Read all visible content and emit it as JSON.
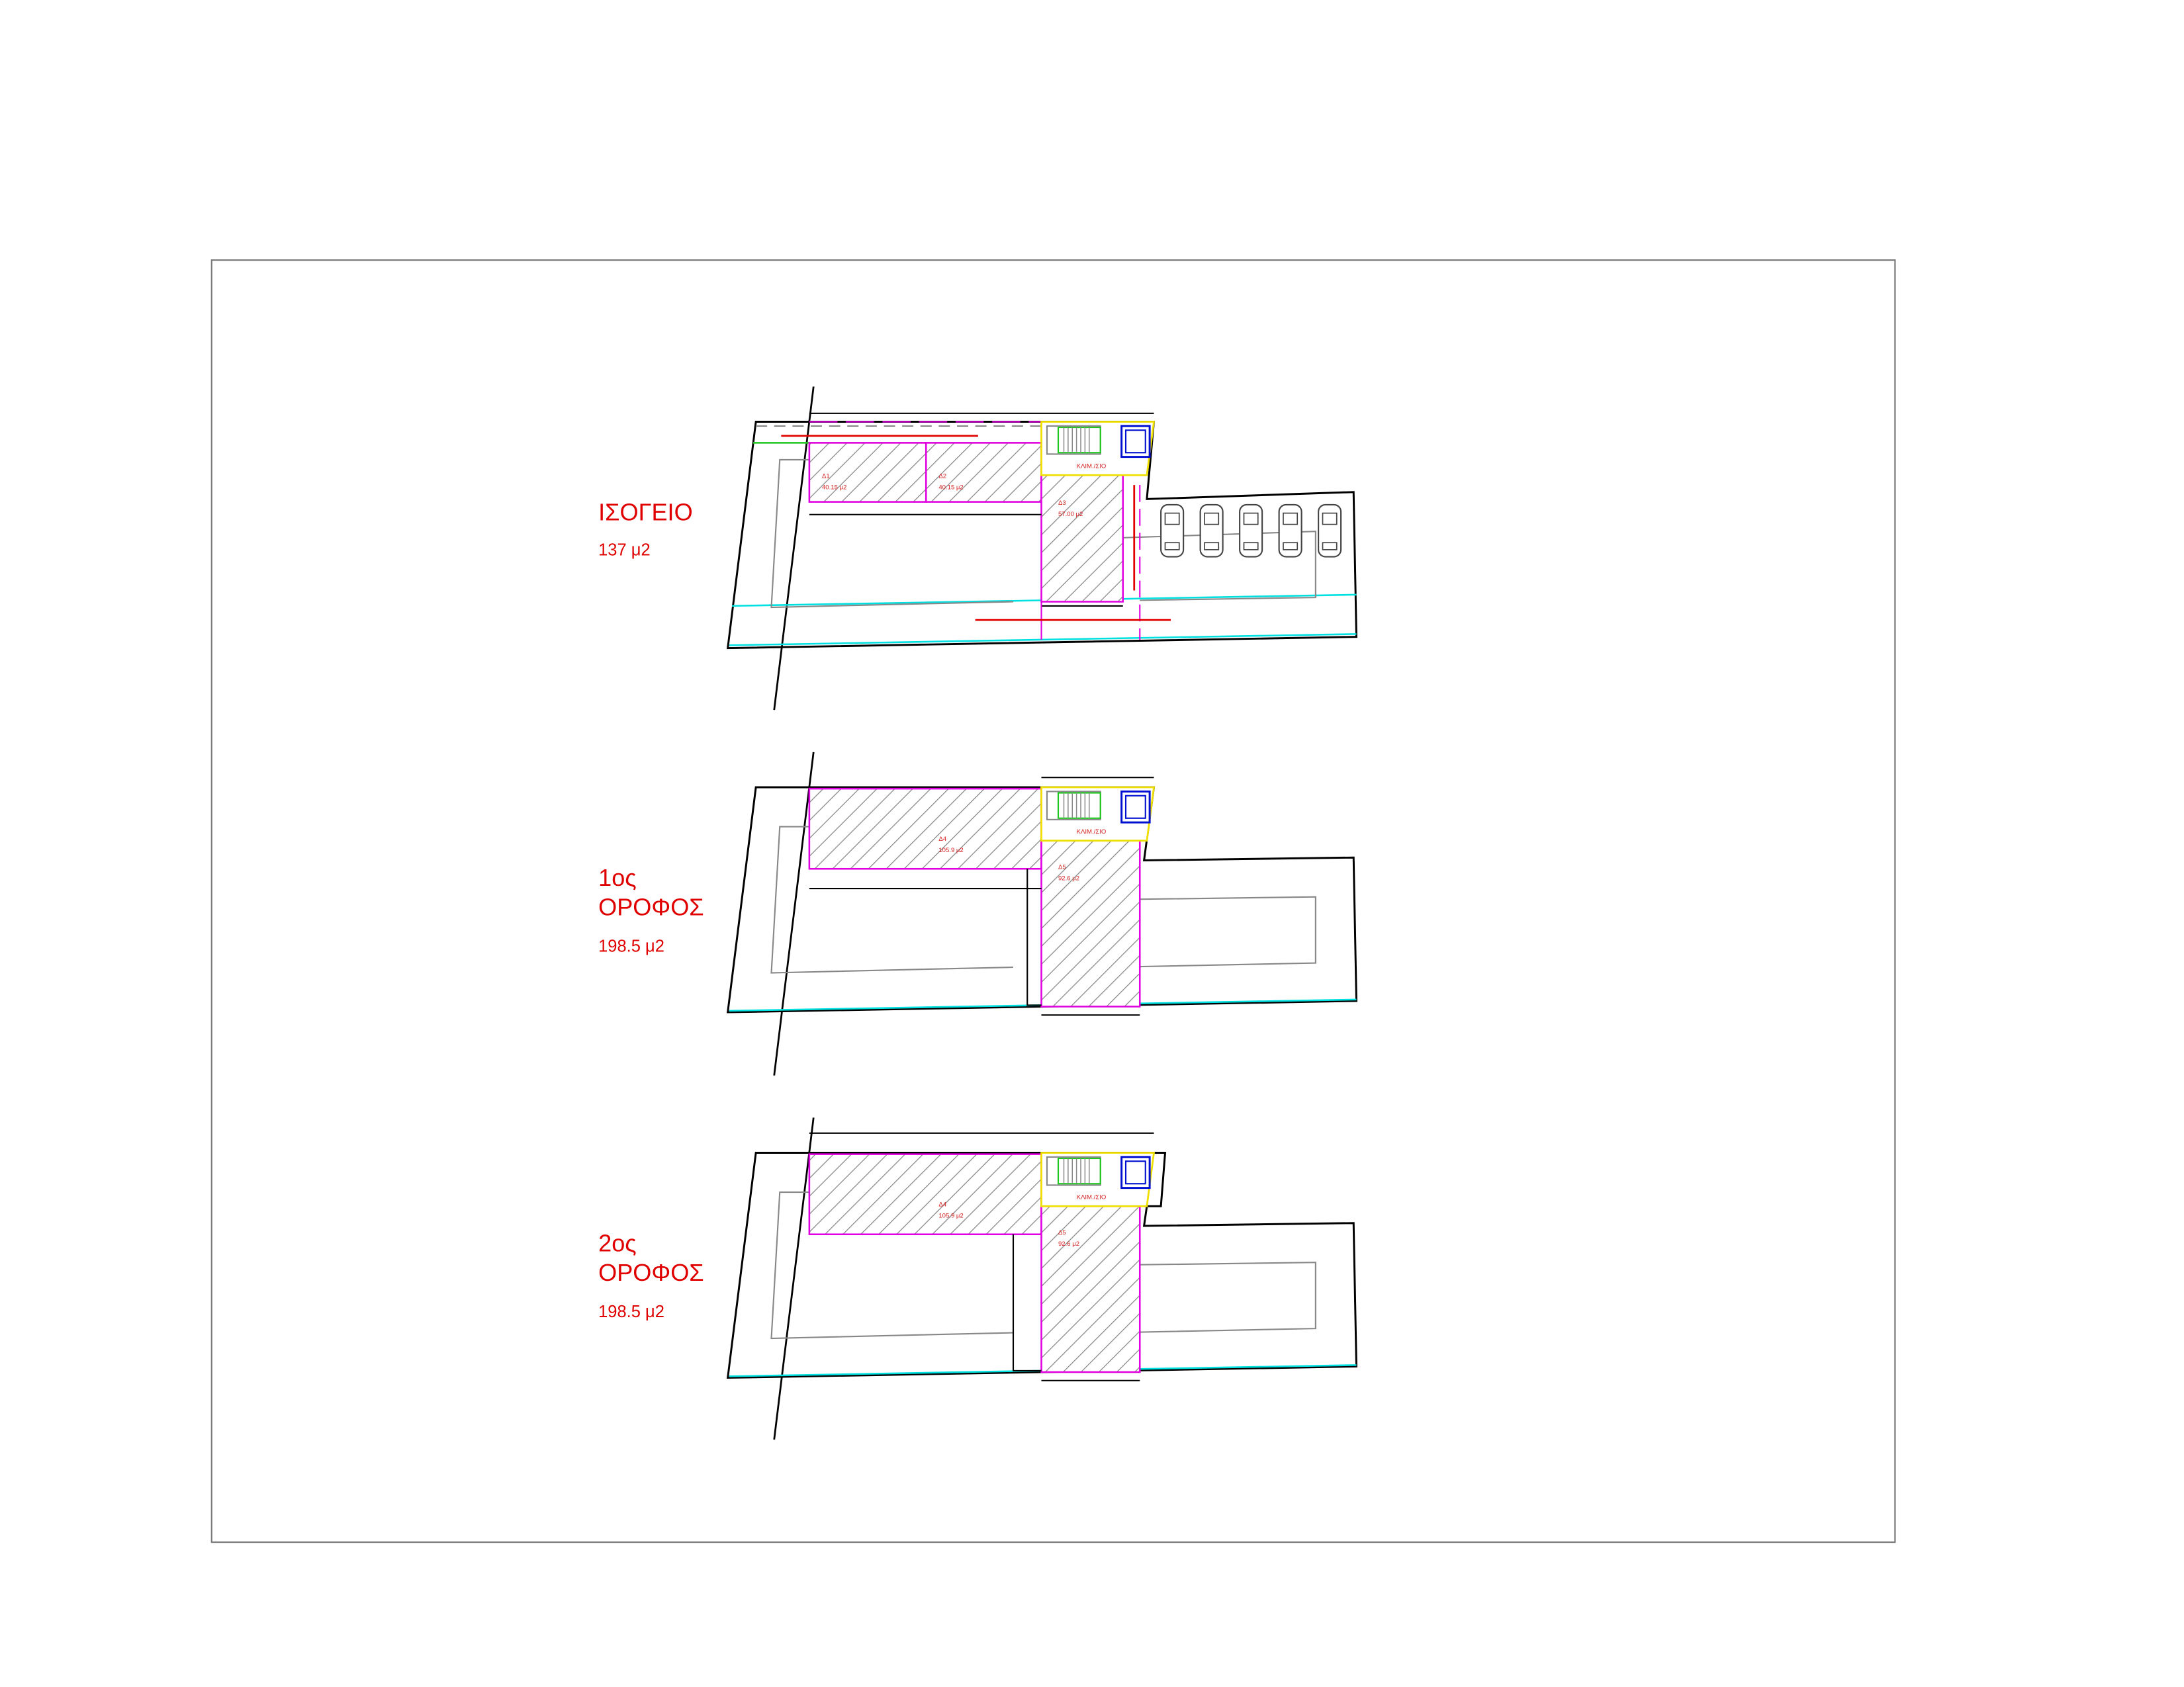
{
  "floors": [
    {
      "name": "ΙΣΟΓΕΙΟ",
      "area": "137 μ2",
      "units": [
        {
          "id": "Δ1",
          "area": "40.15 μ2"
        },
        {
          "id": "Δ2",
          "area": "40.15 μ2"
        },
        {
          "id": "Δ3",
          "area": "57.00 μ2"
        }
      ],
      "stair_label": "ΚΛΙΜ./ΣΙΟ"
    },
    {
      "name_line1": "1ος",
      "name_line2": "ΟΡΟΦΟΣ",
      "area": "198.5 μ2",
      "units": [
        {
          "id": "Δ4",
          "area": "105.9 μ2"
        },
        {
          "id": "Δ5",
          "area": "92.6 μ2"
        }
      ],
      "stair_label": "ΚΛΙΜ./ΣΙΟ"
    },
    {
      "name_line1": "2ος",
      "name_line2": "ΟΡΟΦΟΣ",
      "area": "198.5 μ2",
      "units": [
        {
          "id": "Δ4",
          "area": "105.9 μ2"
        },
        {
          "id": "Δ5",
          "area": "92.6 μ2"
        }
      ],
      "stair_label": "ΚΛΙΜ./ΣΙΟ"
    }
  ],
  "colors": {
    "labels": "#e00000",
    "units": "#e000e0",
    "stair": "#f0e000",
    "road": "#00e0e0"
  }
}
